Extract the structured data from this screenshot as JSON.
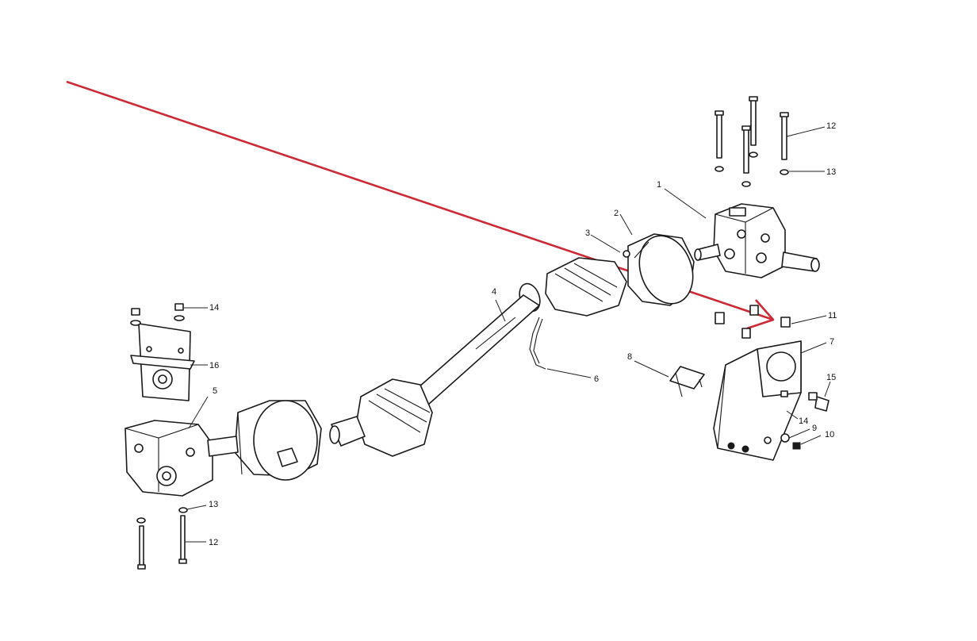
{
  "diagram": {
    "callouts": [
      {
        "id": "c1",
        "text": "1"
      },
      {
        "id": "c2",
        "text": "2"
      },
      {
        "id": "c3",
        "text": "3"
      },
      {
        "id": "c4",
        "text": "4"
      },
      {
        "id": "c5",
        "text": "5"
      },
      {
        "id": "c6",
        "text": "6"
      },
      {
        "id": "c7",
        "text": "7"
      },
      {
        "id": "c8",
        "text": "8"
      },
      {
        "id": "c9",
        "text": "9"
      },
      {
        "id": "c10",
        "text": "10"
      },
      {
        "id": "c11",
        "text": "11"
      },
      {
        "id": "c12a",
        "text": "12"
      },
      {
        "id": "c12b",
        "text": "12"
      },
      {
        "id": "c13a",
        "text": "13"
      },
      {
        "id": "c13b",
        "text": "13"
      },
      {
        "id": "c14a",
        "text": "14"
      },
      {
        "id": "c14b",
        "text": "14"
      },
      {
        "id": "c15",
        "text": "15"
      },
      {
        "id": "c16",
        "text": "16"
      }
    ],
    "arrow_color": "#cc2a36",
    "line_color": "#1a1a1a"
  }
}
